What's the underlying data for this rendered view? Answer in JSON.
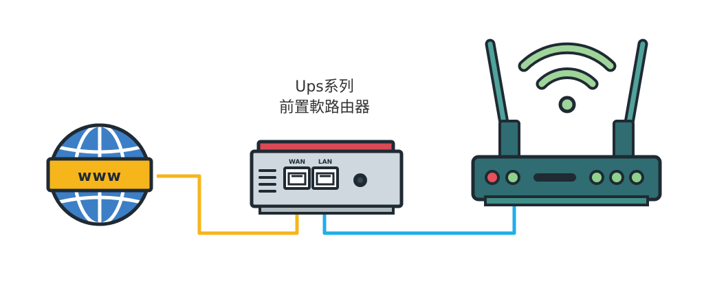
{
  "device": {
    "title_line1": "Ups系列",
    "title_line2": "前置軟路由器",
    "wan_label": "WAN",
    "lan_label": "LAN"
  },
  "internet": {
    "badge_text": "www"
  },
  "colors": {
    "wan_cable": "#f7b51c",
    "lan_cable": "#21aee9",
    "globe": "#3c7fc6",
    "globe_light": "#6fa8e0",
    "badge": "#f7b51c",
    "device_top": "#d94a55",
    "device_body": "#cfd8de",
    "router_body": "#2f6d72",
    "router_accent": "#3f8f88",
    "led_red": "#e8505b",
    "led_green": "#8fd18c",
    "wifi_green": "#9fd49a",
    "outline": "#1f2a33"
  }
}
